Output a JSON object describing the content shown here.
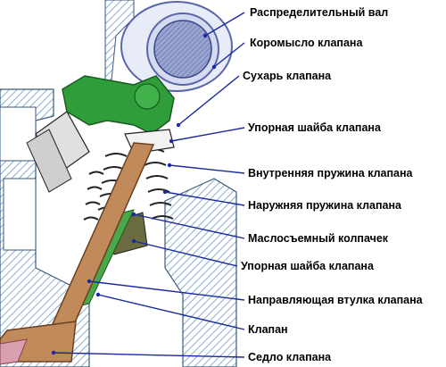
{
  "labels": {
    "camshaft": "Распределительный вал",
    "rocker": "Коромысло клапана",
    "keeper": "Сухарь клапана",
    "upper_washer": "Упорная шайба клапана",
    "inner_spring": "Внутренняя пружина клапана",
    "outer_spring": "Наружняя пружина клапана",
    "oil_seal": "Маслосъемный колпачек",
    "lower_washer": "Упорная шайба клапана",
    "guide": "Направляющая втулка клапана",
    "valve": "Клапан",
    "seat": "Седло клапана"
  },
  "colors": {
    "leader": "#1a2aa0",
    "head_hatch": "#6f9ac0",
    "rocker": "#2f9e3a",
    "valve": "#c08a5a",
    "seat": "#d9a0b0",
    "spring": "#222222",
    "camshaft": "#5b66a8"
  }
}
